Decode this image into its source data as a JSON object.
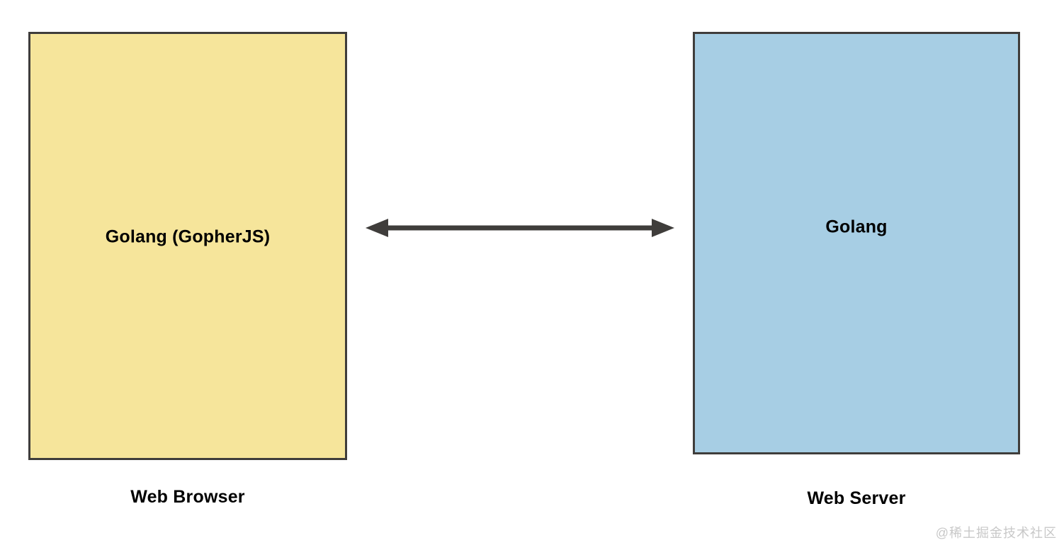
{
  "diagram": {
    "nodes": [
      {
        "id": "web-browser",
        "box_label": "Golang (GopherJS)",
        "caption": "Web Browser",
        "fill": "#F6E59B",
        "border": "#3F3D3B"
      },
      {
        "id": "web-server",
        "box_label": "Golang",
        "caption": "Web Server",
        "fill": "#A7CEE4",
        "border": "#3F3D3B"
      }
    ],
    "connector": {
      "type": "double-headed-arrow",
      "color": "#3F3D3B"
    },
    "watermark": "@稀土掘金技术社区",
    "background": "#ffffff"
  }
}
